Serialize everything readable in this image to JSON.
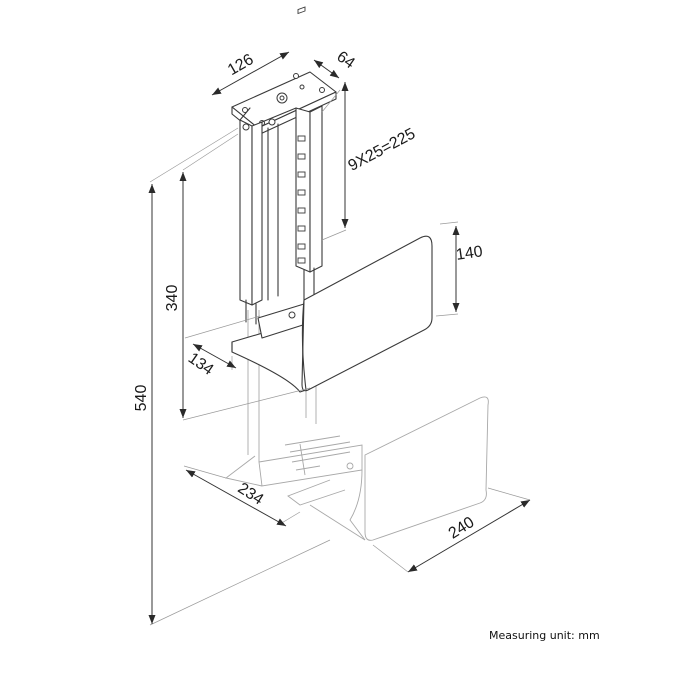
{
  "dimensions": {
    "top_plate_width": "126",
    "top_plate_depth": "64",
    "adjustment_range": "9X25=225",
    "side_panel_height": "140",
    "upper_height": "340",
    "shelf_depth": "134",
    "overall_height": "540",
    "base_depth": "234",
    "base_width": "240"
  },
  "footer": {
    "unit_note": "Measuring unit: mm"
  }
}
